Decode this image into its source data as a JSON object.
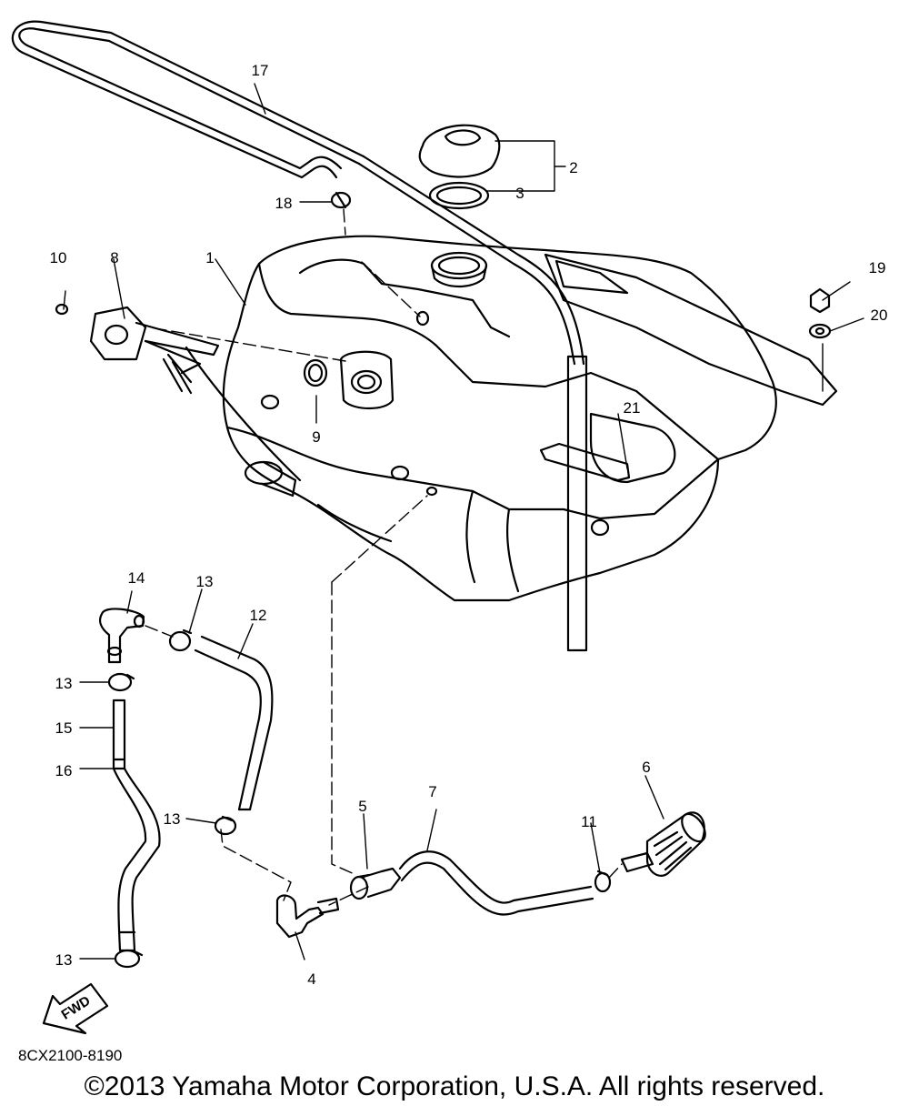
{
  "diagram": {
    "part_code": "8CX2100-8190",
    "fwd_label": "FWD",
    "callouts": {
      "c1": "1",
      "c2": "2",
      "c3": "3",
      "c4": "4",
      "c5": "5",
      "c6": "6",
      "c7": "7",
      "c8": "8",
      "c9": "9",
      "c10": "10",
      "c11": "11",
      "c12": "12",
      "c13a": "13",
      "c13b": "13",
      "c13c": "13",
      "c13d": "13",
      "c14": "14",
      "c15": "15",
      "c16": "16",
      "c17": "17",
      "c18": "18",
      "c19": "19",
      "c20": "20",
      "c21": "21"
    }
  },
  "footer": {
    "copyright": "©2013 Yamaha Motor Corporation, U.S.A. All rights reserved."
  }
}
